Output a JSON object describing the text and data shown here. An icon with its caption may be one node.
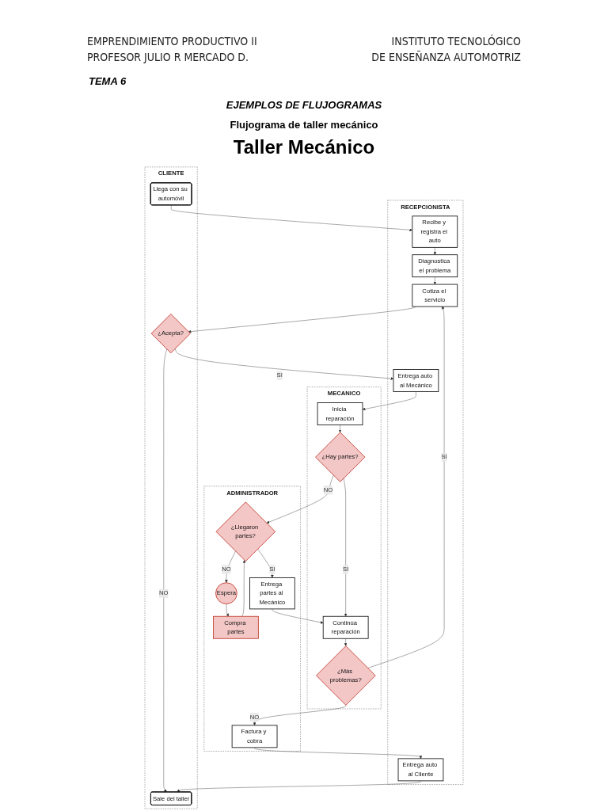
{
  "diagram": {
    "title": "Taller Mecánico",
    "nodes": [
      {
        "text": [
          "CLIENTE"
        ]
      },
      {
        "text": [
          "RECEPCIONISTA"
        ]
      },
      {
        "text": [
          "MECANICO"
        ]
      },
      {
        "text": [
          "ADMINISTRADOR"
        ]
      },
      {
        "text": [
          "Llega con su automóvil"
        ],
        "in": 0
      },
      {
        "text": [
          "¿Acepta?"
        ],
        "in": 0
      },
      {
        "text": [
          "Sale del taller"
        ],
        "in": 0
      },
      {
        "text": [
          "Recibe y registra el auto"
        ],
        "in": 1
      },
      {
        "text": [
          "Diagnostica el problema"
        ],
        "in": 1
      },
      {
        "text": [
          "Cotiza el servicio"
        ],
        "in": 1
      },
      {
        "text": [
          "Entrega auto al Mecánico"
        ],
        "in": 1
      },
      {
        "text": [
          "Entrega auto al Cliente"
        ],
        "in": 1
      },
      {
        "text": [
          "Inicia reparación"
        ],
        "in": 2
      },
      {
        "text": [
          "¿Hay partes?"
        ],
        "in": 2
      },
      {
        "text": [
          "Continúa reparación"
        ],
        "in": 2
      },
      {
        "text": [
          "¿Más problemas?"
        ],
        "in": 2
      },
      {
        "text": [
          "Compra partes"
        ],
        "in": 3
      },
      {
        "text": [
          "¿Llegaron partes?"
        ],
        "in": 3
      },
      {
        "text": [
          "Espera"
        ],
        "in": 3
      },
      {
        "text": [
          "Entrega partes al Mecánico"
        ],
        "in": 3
      },
      {
        "text": [
          "Factura y cobra"
        ],
        "in": 3
      }
    ],
    "edges": [
      {
        "from": 4,
        "to": 7,
        "arrow": "to"
      },
      {
        "from": 7,
        "to": 8,
        "arrow": "to"
      },
      {
        "from": 8,
        "to": 9,
        "arrow": "to"
      },
      {
        "from": 9,
        "to": 5,
        "arrow": "to"
      },
      {
        "from": 5,
        "to": 10,
        "label": "SI",
        "arrow": "to"
      },
      {
        "from": 5,
        "to": 6,
        "label": "NO",
        "arrow": "to"
      },
      {
        "from": 10,
        "to": 12,
        "arrow": "to"
      },
      {
        "from": 12,
        "to": 13,
        "arrow": "to"
      },
      {
        "from": 13,
        "to": 14,
        "label": "SI",
        "arrow": "to"
      },
      {
        "from": 13,
        "to": 17,
        "label": "NO",
        "arrow": "to"
      },
      {
        "from": 18,
        "to": 16,
        "arrow": "to"
      },
      {
        "from": 16,
        "to": 17,
        "arrow": "to"
      },
      {
        "from": 17,
        "to": 18,
        "label": "NO",
        "arrow": "to"
      },
      {
        "from": 17,
        "to": 19,
        "label": "SI",
        "arrow": "to"
      },
      {
        "from": 19,
        "to": 14,
        "arrow": "to"
      },
      {
        "from": 14,
        "to": 15,
        "arrow": "to"
      },
      {
        "from": 15,
        "to": 9,
        "label": "SI",
        "arrow": "to"
      },
      {
        "from": 15,
        "to": 20,
        "label": "NO",
        "arrow": "to"
      },
      {
        "from": 20,
        "to": 11,
        "arrow": "to"
      },
      {
        "from": 11,
        "to": 6,
        "arrow": "to"
      }
    ],
    "labels": [
      "EMPRENDIMIENTO PRODUCTIVO II",
      "PROFESOR JULIO R MERCADO D.",
      "INSTITUTO TECNOLÓGICO",
      "DE ENSEÑANZA AUTOMOTRIZ",
      "TEMA 6",
      "EJEMPLOS DE FLUJOGRAMAS",
      "Flujograma de taller mecánico"
    ]
  }
}
